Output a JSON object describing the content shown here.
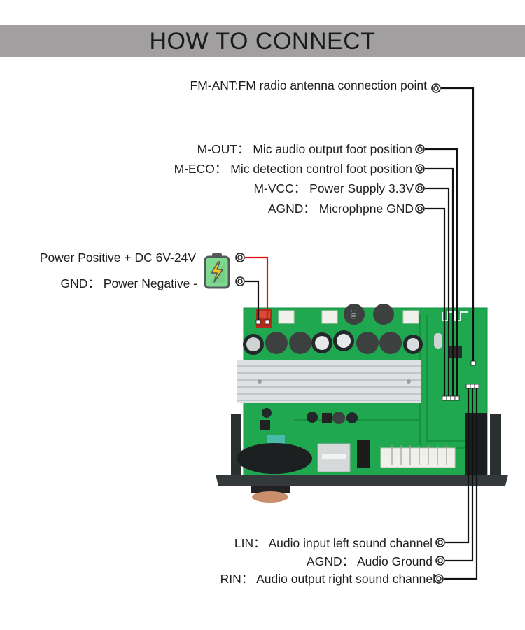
{
  "header": {
    "title": "HOW TO CONNECT"
  },
  "colors": {
    "banner_bg": "#a19f9f",
    "wire_black": "#111111",
    "wire_red": "#e01010",
    "pcb_green": "#1fa850",
    "battery_green": "#7fd98f",
    "battery_bolt": "#f5c21b"
  },
  "top_labels": [
    {
      "id": "fm-ant",
      "text": "FM-ANT:FM radio antenna connection point"
    }
  ],
  "mic_labels": [
    {
      "id": "m-out",
      "text": "M-OUT： Mic audio output foot position"
    },
    {
      "id": "m-eco",
      "text": "M-ECO： Mic detection control foot position"
    },
    {
      "id": "m-vcc",
      "text": "M-VCC： Power Supply 3.3V"
    },
    {
      "id": "agnd-mic",
      "text": "AGND： Microphpne GND"
    }
  ],
  "power_labels": [
    {
      "id": "power-positive",
      "text": "Power Positive + DC 6V-24V"
    },
    {
      "id": "gnd",
      "text": "GND： Power Negative -"
    }
  ],
  "audio_labels": [
    {
      "id": "lin",
      "text": "LIN： Audio input left sound channel"
    },
    {
      "id": "agnd-audio",
      "text": "AGND： Audio Ground"
    },
    {
      "id": "rin",
      "text": "RIN： Audio output right sound channel"
    }
  ],
  "board": {
    "inductor_marking": "100",
    "icons": [
      "battery-icon",
      "connection-point-icon",
      "pcb-board-image"
    ]
  }
}
